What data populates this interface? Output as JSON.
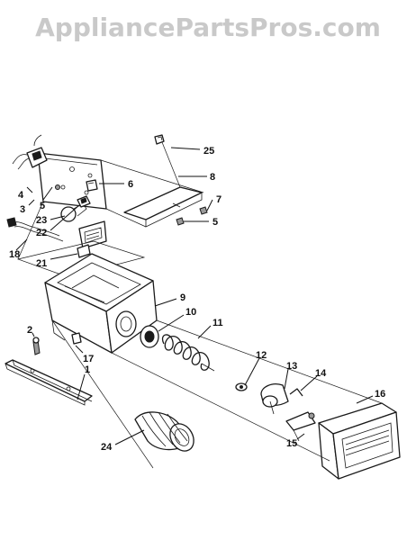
{
  "watermark": "AppliancePartsPros.com",
  "callouts": {
    "c25": "25",
    "c8": "8",
    "c6": "6",
    "c7": "7",
    "c5a": "5",
    "c5b": "5",
    "c4": "4",
    "c3": "3",
    "c23": "23",
    "c22": "22",
    "c18": "18",
    "c21": "21",
    "c9": "9",
    "c10": "10",
    "c11": "11",
    "c2": "2",
    "c17": "17",
    "c1": "1",
    "c12": "12",
    "c13": "13",
    "c14": "14",
    "c16": "16",
    "c15": "15",
    "c24": "24"
  }
}
